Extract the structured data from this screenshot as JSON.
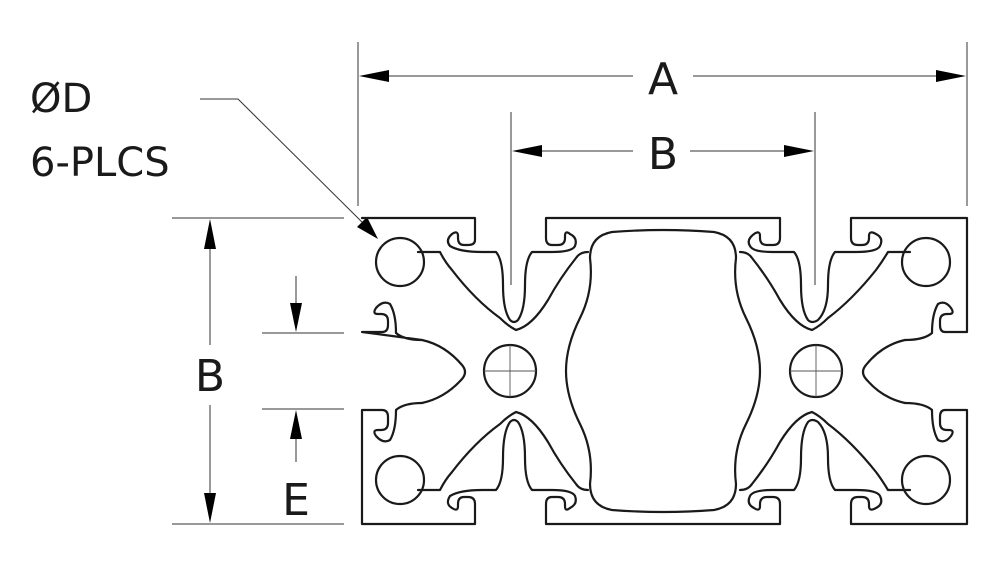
{
  "drawing": {
    "title": "",
    "callout": {
      "line1": "ØD",
      "line2": "6-PLCS"
    },
    "dimensions": {
      "overall_width": "A",
      "slot_pitch": "B",
      "height": "B",
      "slot_offset": "E"
    }
  }
}
